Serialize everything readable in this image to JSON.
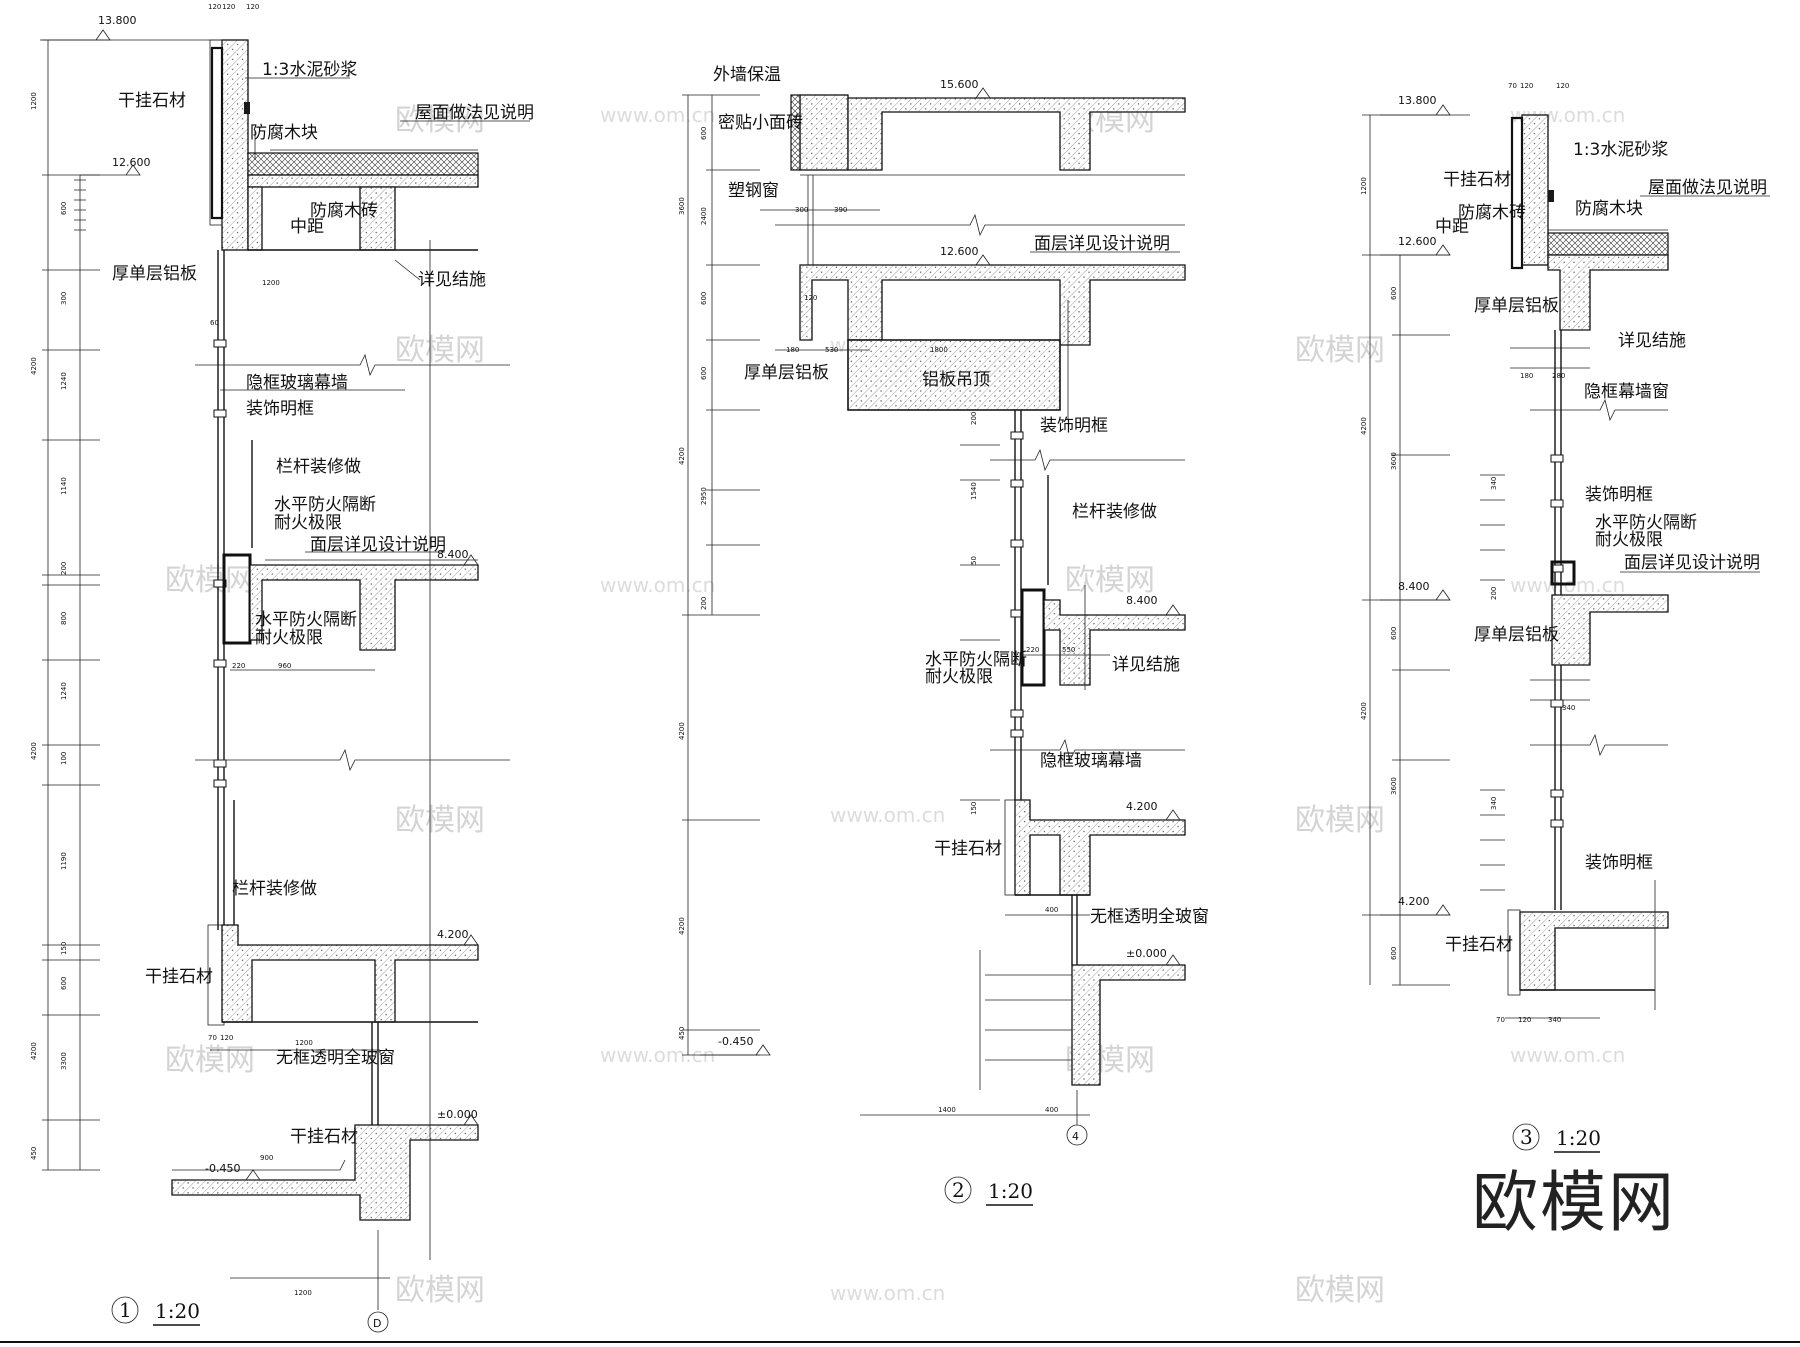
{
  "labels": {
    "d1_stone_top": "干挂石材",
    "d1_mortar": "1:3水泥砂浆",
    "d1_wood_block": "防腐木块",
    "d1_roof_note": "屋面做法见说明",
    "d1_wood_brick": "防腐木砖",
    "d1_center": "中距",
    "d1_alu": "厚单层铝板",
    "d1_struct": "详见结施",
    "d1_curtain": "隐框玻璃幕墙",
    "d1_frame": "装饰明框",
    "d1_rail_1": "栏杆装修做",
    "d1_fire_1": "水平防火隔断",
    "d1_fire_1b": "耐火极限",
    "d1_floor_note": "面层详见设计说明",
    "d1_fire_2": "水平防火隔断",
    "d1_fire_2b": "耐火极限",
    "d1_rail_2": "栏杆装修做",
    "d1_stone_mid": "干挂石材",
    "d1_window": "无框透明全玻窗",
    "d1_stone_bot": "干挂石材",
    "d2_insulation": "外墙保温",
    "d2_tile": "密贴小面砖",
    "d2_steel_window": "塑钢窗",
    "d2_floor_note": "面层详见设计说明",
    "d2_alu": "厚单层铝板",
    "d2_ceiling": "铝板吊顶",
    "d2_frame": "装饰明框",
    "d2_rail": "栏杆装修做",
    "d2_fire": "水平防火隔断",
    "d2_fire_b": "耐火极限",
    "d2_struct": "详见结施",
    "d2_curtain": "隐框玻璃幕墙",
    "d2_stone": "干挂石材",
    "d2_window": "无框透明全玻窗",
    "d3_mortar": "1:3水泥砂浆",
    "d3_stone": "干挂石材",
    "d3_roof_note": "屋面做法见说明",
    "d3_wood_brick": "防腐木砖",
    "d3_wood_block": "防腐木块",
    "d3_center": "中距",
    "d3_alu_1": "厚单层铝板",
    "d3_struct": "详见结施",
    "d3_curtain_window": "隐框幕墙窗",
    "d3_frame_1": "装饰明框",
    "d3_fire": "水平防火隔断",
    "d3_fire_b": "耐火极限",
    "d3_floor_note": "面层详见设计说明",
    "d3_alu_2": "厚单层铝板",
    "d3_frame_2": "装饰明框",
    "d3_stone_bot": "干挂石材"
  },
  "elevations": {
    "d1_13800": "13.800",
    "d1_12600": "12.600",
    "d1_8400": "8.400",
    "d1_4200": "4.200",
    "d1_000": "±0.000",
    "d1_m450": "-0.450",
    "d2_15600": "15.600",
    "d2_12600": "12.600",
    "d2_8400": "8.400",
    "d2_4200": "4.200",
    "d2_000": "±0.000",
    "d2_m450": "-0.450",
    "d3_13800": "13.800",
    "d3_12600": "12.600",
    "d3_8400": "8.400",
    "d3_4200": "4.200"
  },
  "dimensions": {
    "d1_v": [
      "1200",
      "600",
      "300",
      "4200",
      "1240",
      "1140",
      "200",
      "800",
      "1240",
      "4200",
      "100",
      "1190",
      "150",
      "600",
      "4200",
      "3300",
      "450"
    ],
    "d1_h": [
      "120",
      "120",
      "120",
      "1200",
      "220",
      "960",
      "1200",
      "900",
      "1200",
      "60",
      "70",
      "120"
    ],
    "d2_v": [
      "600",
      "3600",
      "2400",
      "600",
      "600",
      "4200",
      "2950",
      "200",
      "4200",
      "4200",
      "450",
      "200",
      "1540",
      "50",
      "150"
    ],
    "d2_h": [
      "300",
      "390",
      "120",
      "180",
      "530",
      "1800",
      "220",
      "550",
      "400",
      "1400",
      "400"
    ],
    "d3_v": [
      "1200",
      "600",
      "4200",
      "3600",
      "600",
      "4200",
      "3600",
      "600",
      "340",
      "340",
      "200"
    ],
    "d3_h": [
      "70",
      "120",
      "120",
      "180",
      "280",
      "340",
      "70",
      "120",
      "340"
    ]
  },
  "detail_tags": {
    "d1_number": "1",
    "d1_scale": "1:20",
    "d1_axis": "D",
    "d2_number": "2",
    "d2_scale": "1:20",
    "d2_axis": "4",
    "d3_number": "3",
    "d3_scale": "1:20"
  },
  "watermark": {
    "brand": "欧模网",
    "site": "www.om.cn"
  }
}
